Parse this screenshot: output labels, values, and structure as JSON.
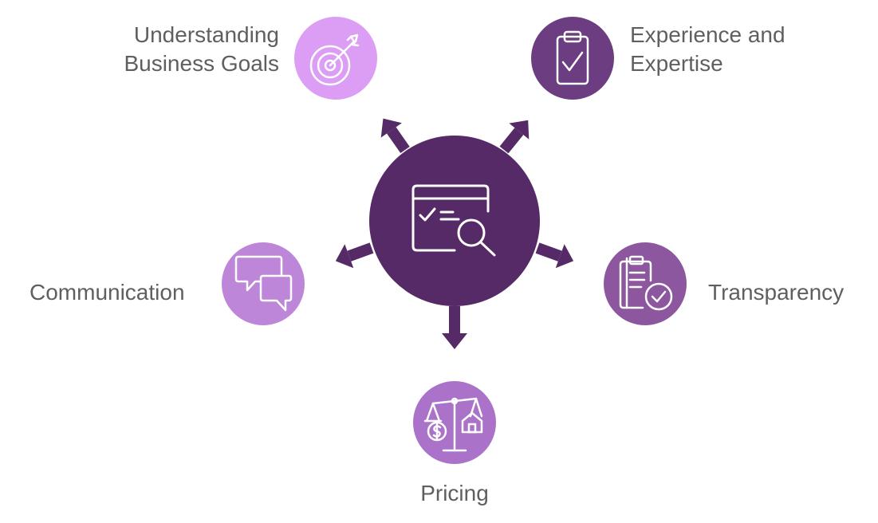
{
  "colors": {
    "center": "#552a66",
    "arrow": "#552a66",
    "goals_circle": "#dc9ef4",
    "experience_circle": "#6c3e81",
    "communication_circle": "#be86d8",
    "transparency_circle": "#8d579f",
    "pricing_circle": "#aa72c8",
    "label_text": "#5f5f5f",
    "icon_stroke": "#ffffff"
  },
  "center": {
    "icon": "checklist-search-icon"
  },
  "nodes": {
    "goals": {
      "label_lines": [
        "Understanding",
        "Business Goals"
      ],
      "icon": "target-arrow-icon"
    },
    "experience": {
      "label_lines": [
        "Experience and",
        "Expertise"
      ],
      "icon": "clipboard-check-icon"
    },
    "communication": {
      "label_lines": [
        "Communication"
      ],
      "icon": "chat-bubbles-icon"
    },
    "transparency": {
      "label_lines": [
        "Transparency"
      ],
      "icon": "document-check-icon"
    },
    "pricing": {
      "label_lines": [
        "Pricing"
      ],
      "icon": "balance-scale-icon"
    }
  }
}
